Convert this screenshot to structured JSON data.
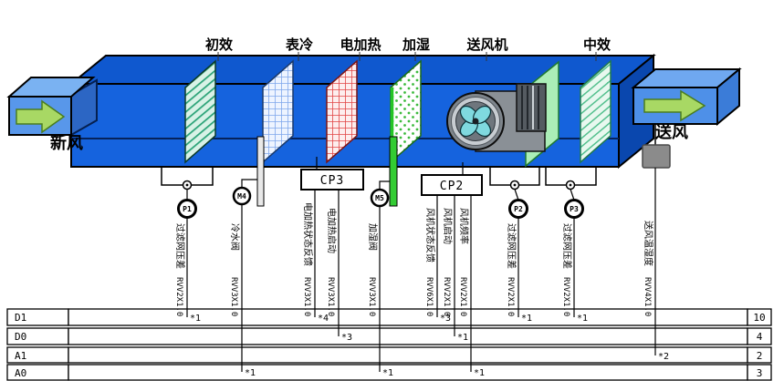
{
  "diagram": {
    "section_labels": [
      "初效",
      "表冷",
      "电加热",
      "加湿",
      "送风机",
      "中效"
    ],
    "inlet_label": "新风",
    "outlet_label": "送风",
    "controllers": {
      "cp3": "CP3",
      "cp2": "CP2"
    },
    "sensors": {
      "p1": "P1",
      "m4": "M4",
      "m5": "M5",
      "p2": "P2",
      "p3": "P3"
    }
  },
  "signals": [
    {
      "name": "过滤网压差",
      "cable": "RVV2X1.0",
      "row": "D1",
      "mark": "*1"
    },
    {
      "name": "冷水阀",
      "cable": "RVV3X1.0",
      "row": "A0",
      "mark": "*1"
    },
    {
      "name": "电加热状态反馈",
      "cable": "RVV3X1.0",
      "row": "D1",
      "mark": "*4"
    },
    {
      "name": "电加热启动",
      "cable": "RVV3X1.0",
      "row": "D0",
      "mark": "*3"
    },
    {
      "name": "加湿阀",
      "cable": "RVV3X1.0",
      "row": "A0",
      "mark": "*1"
    },
    {
      "name": "风机状态反馈",
      "cable": "RVV6X1.0",
      "row": "D1",
      "mark": "*3"
    },
    {
      "name": "风机启动",
      "cable": "RVV2X1.0",
      "row": "D0",
      "mark": "*1"
    },
    {
      "name": "风机频率",
      "cable": "RVV2X1.0",
      "row": "A0",
      "mark": "*1"
    },
    {
      "name": "过滤网压差",
      "cable": "RVV2X1.0",
      "row": "D1",
      "mark": "*1"
    },
    {
      "name": "过滤网压差",
      "cable": "RVV2X1.0",
      "row": "D1",
      "mark": "*1"
    },
    {
      "name": "送风温湿度",
      "cable": "RVV4X1.0",
      "row": "A1",
      "mark": "*2"
    }
  ],
  "io_table": {
    "rows": [
      {
        "label": "D1",
        "total": "10"
      },
      {
        "label": "D0",
        "total": "4"
      },
      {
        "label": "A1",
        "total": "2"
      },
      {
        "label": "A0",
        "total": "3"
      }
    ]
  },
  "colors": {
    "unit_front_blue": "#1563de",
    "unit_top_blue": "#0f58cf",
    "unit_side_blue": "#0a47ae",
    "duct_blue": "#5897ea",
    "arrow_green": "#a8d864",
    "primary_filter_green": "#2ba377",
    "cooling_coil_blue": "#7fa7ec",
    "heater_red": "#e24545",
    "humidifier_green": "#3dbb3d",
    "fan_gray": "#7e858c",
    "fan_blade_teal": "#7fd9df",
    "partition_green": "#abeeb7",
    "sensor_box_gray": "#8b8b8b"
  }
}
